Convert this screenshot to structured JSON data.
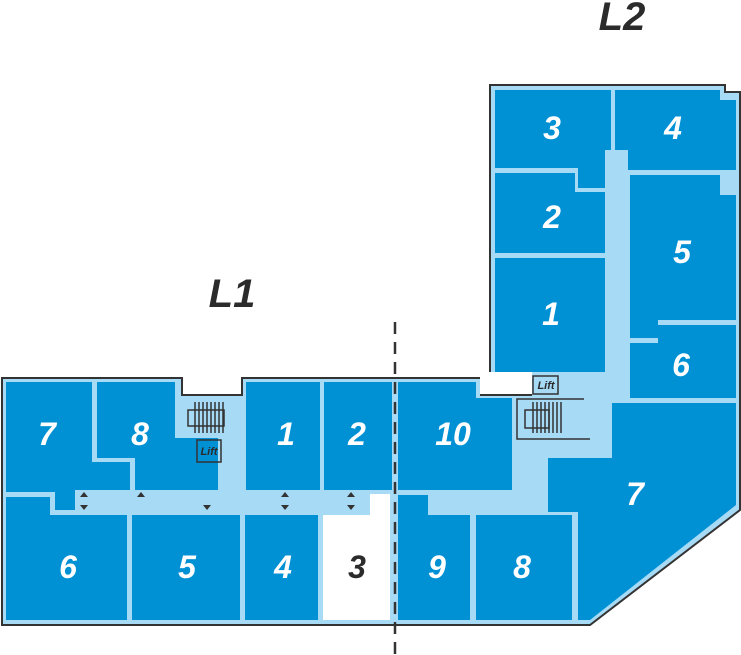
{
  "levels": {
    "l1": "L1",
    "l2": "L2"
  },
  "l1_rooms": [
    "7",
    "8",
    "1",
    "2",
    "6",
    "5",
    "4",
    "3"
  ],
  "l2_rooms": [
    "3",
    "4",
    "2",
    "5",
    "1",
    "6",
    "10",
    "7",
    "9",
    "8"
  ],
  "lift_label": "Lift",
  "colors": {
    "room": "#0091d5",
    "corridor": "#a6daf5",
    "vacant": "#ffffff",
    "outline": "#333333"
  }
}
